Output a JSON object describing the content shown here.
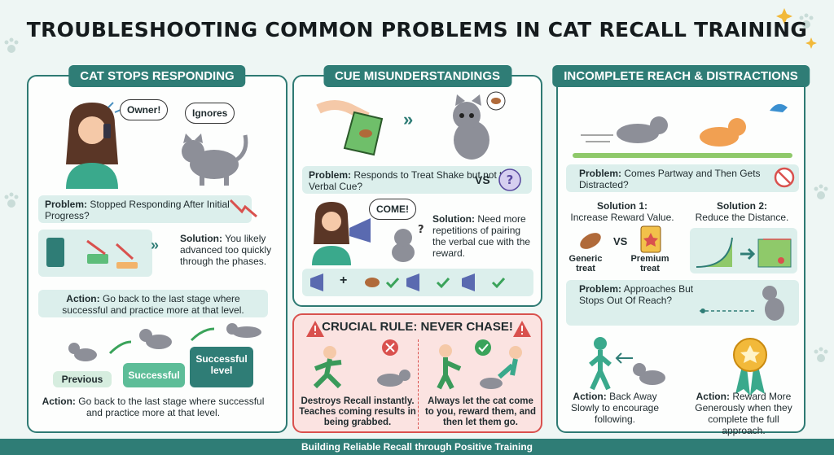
{
  "title": "TROUBLESHOOTING COMMON PROBLEMS IN CAT RECALL TRAINING",
  "footer": "Building Reliable Recall through Positive Training",
  "colors": {
    "teal": "#2f7d76",
    "light_teal": "#dcefec",
    "red": "#d9514e",
    "green": "#3aa35a"
  },
  "panel1": {
    "heading": "CAT STOPS RESPONDING",
    "bubble_owner": "Owner!",
    "bubble_cat": "Ignores",
    "problem_label": "Problem:",
    "problem_text": "Stopped Responding After Initial Progress?",
    "solution_label": "Solution:",
    "solution_text": "You likely advanced too quickly through the phases.",
    "action1_label": "Action:",
    "action1_text": "Go back to the last stage where successful and practice more at that level.",
    "stages": [
      "Previous",
      "Successful",
      "Successful level"
    ],
    "action2_label": "Action:",
    "action2_text": "Go back to the last stage where successful and practice more at that level."
  },
  "panel2": {
    "heading": "CUE MISUNDERSTANDINGS",
    "problem_label": "Problem:",
    "problem_text": "Responds to Treat Shake but not to Verbal Cue?",
    "vs": "VS",
    "bubble_come": "COME!",
    "solution_label": "Solution:",
    "solution_text": "Need more repetitions of pairing the verbal cue with the reward.",
    "plus": "+"
  },
  "rule": {
    "heading": "CRUCIAL RULE: NEVER CHASE!",
    "bad_text": "Destroys Recall instantly. Teaches coming results in being grabbed.",
    "good_text": "Always let the cat come to you, reward them, and then let them go."
  },
  "panel3": {
    "heading": "INCOMPLETE REACH & DISTRACTIONS",
    "problem1_label": "Problem:",
    "problem1_text": "Comes Partway and Then Gets Distracted?",
    "solution1_title": "Solution 1:",
    "solution1_text": "Increase Reward Value.",
    "solution2_title": "Solution 2:",
    "solution2_text": "Reduce the Distance.",
    "vs": "VS",
    "treat_generic": "Generic treat",
    "treat_premium": "Premium treat",
    "problem2_label": "Problem:",
    "problem2_text": "Approaches But Stops Out Of Reach?",
    "action_a_label": "Action:",
    "action_a_text": "Back Away Slowly to encourage following.",
    "action_b_label": "Action:",
    "action_b_text": "Reward More Generously when they complete the full approach."
  }
}
